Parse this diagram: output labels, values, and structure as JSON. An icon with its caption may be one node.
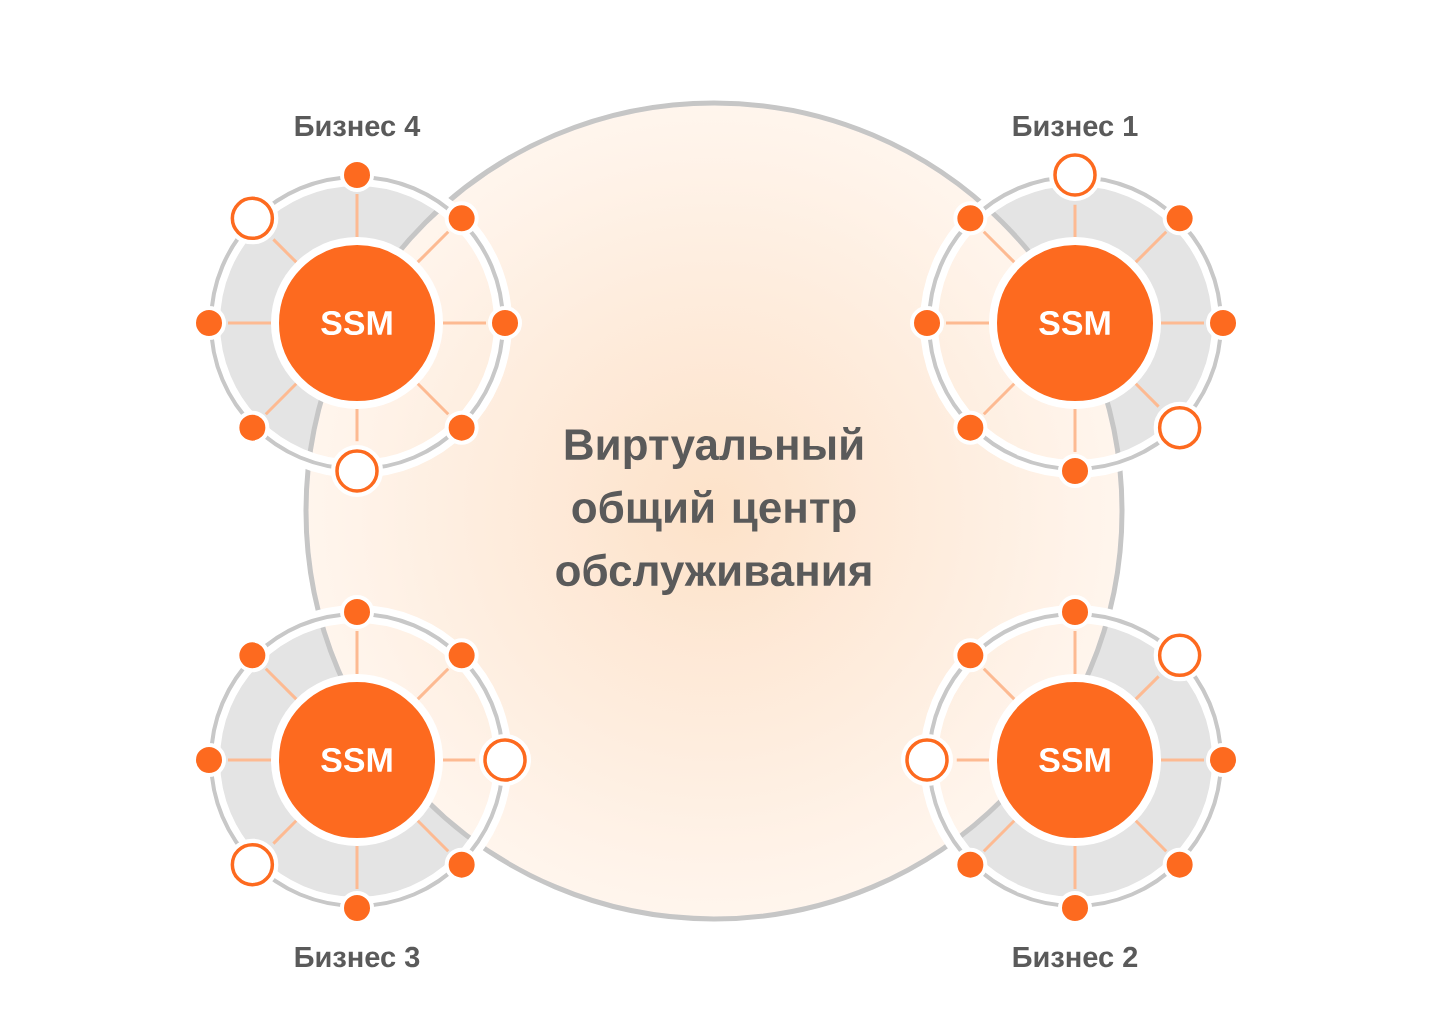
{
  "diagram": {
    "nodes": [
      {
        "text": [
          "Виртуальный общий центр обслуживания"
        ]
      },
      {
        "text": [
          "Бизнес 4"
        ]
      },
      {
        "text": [
          "SSM"
        ],
        "in": 1
      },
      {
        "text": [],
        "shape": "dot"
      },
      {
        "text": [],
        "shape": "circle"
      },
      {
        "text": [],
        "shape": "dot",
        "in": 0
      },
      {
        "text": [],
        "shape": "dot"
      },
      {
        "text": [],
        "shape": "dot",
        "in": 0
      },
      {
        "text": [],
        "shape": "dot"
      },
      {
        "text": [],
        "shape": "dot",
        "in": 0
      },
      {
        "text": [],
        "shape": "circle",
        "in": 0
      },
      {
        "text": [
          "Бизнес 1"
        ]
      },
      {
        "text": [
          "SSM"
        ],
        "in": 11
      },
      {
        "text": [],
        "shape": "circle"
      },
      {
        "text": [],
        "shape": "dot",
        "in": 0
      },
      {
        "text": [],
        "shape": "dot"
      },
      {
        "text": [],
        "shape": "dot",
        "in": 0
      },
      {
        "text": [],
        "shape": "dot"
      },
      {
        "text": [],
        "shape": "dot",
        "in": 0
      },
      {
        "text": [],
        "shape": "circle"
      },
      {
        "text": [],
        "shape": "dot",
        "in": 0
      },
      {
        "text": [
          "Бизнес 3"
        ]
      },
      {
        "text": [
          "SSM"
        ],
        "in": 21
      },
      {
        "text": [],
        "shape": "dot",
        "in": 0
      },
      {
        "text": [],
        "shape": "dot"
      },
      {
        "text": [],
        "shape": "dot",
        "in": 0
      },
      {
        "text": [],
        "shape": "dot"
      },
      {
        "text": [],
        "shape": "circle",
        "in": 0
      },
      {
        "text": [],
        "shape": "circle"
      },
      {
        "text": [],
        "shape": "dot"
      },
      {
        "text": [],
        "shape": "dot"
      },
      {
        "text": [
          "Бизнес 2"
        ]
      },
      {
        "text": [
          "SSM"
        ],
        "in": 31
      },
      {
        "text": [],
        "shape": "dot",
        "in": 0
      },
      {
        "text": [],
        "shape": "dot",
        "in": 0
      },
      {
        "text": [],
        "shape": "circle"
      },
      {
        "text": [],
        "shape": "circle",
        "in": 0
      },
      {
        "text": [],
        "shape": "dot"
      },
      {
        "text": [],
        "shape": "dot"
      },
      {
        "text": [],
        "shape": "dot"
      },
      {
        "text": [],
        "shape": "dot"
      }
    ],
    "edges": [
      {
        "from": 2,
        "to": 3,
        "arrow": "none"
      },
      {
        "from": 2,
        "to": 4,
        "arrow": "none"
      },
      {
        "from": 2,
        "to": 5,
        "arrow": "none"
      },
      {
        "from": 2,
        "to": 6,
        "arrow": "none"
      },
      {
        "from": 2,
        "to": 7,
        "arrow": "none"
      },
      {
        "from": 2,
        "to": 8,
        "arrow": "none"
      },
      {
        "from": 2,
        "to": 9,
        "arrow": "none"
      },
      {
        "from": 2,
        "to": 10,
        "arrow": "none"
      },
      {
        "from": 12,
        "to": 13,
        "arrow": "none"
      },
      {
        "from": 12,
        "to": 14,
        "arrow": "none"
      },
      {
        "from": 12,
        "to": 15,
        "arrow": "none"
      },
      {
        "from": 12,
        "to": 16,
        "arrow": "none"
      },
      {
        "from": 12,
        "to": 17,
        "arrow": "none"
      },
      {
        "from": 12,
        "to": 18,
        "arrow": "none"
      },
      {
        "from": 12,
        "to": 19,
        "arrow": "none"
      },
      {
        "from": 12,
        "to": 20,
        "arrow": "none"
      },
      {
        "from": 22,
        "to": 23,
        "arrow": "none"
      },
      {
        "from": 22,
        "to": 24,
        "arrow": "none"
      },
      {
        "from": 22,
        "to": 25,
        "arrow": "none"
      },
      {
        "from": 22,
        "to": 26,
        "arrow": "none"
      },
      {
        "from": 22,
        "to": 27,
        "arrow": "none"
      },
      {
        "from": 22,
        "to": 28,
        "arrow": "none"
      },
      {
        "from": 22,
        "to": 29,
        "arrow": "none"
      },
      {
        "from": 22,
        "to": 30,
        "arrow": "none"
      },
      {
        "from": 32,
        "to": 33,
        "arrow": "none"
      },
      {
        "from": 32,
        "to": 34,
        "arrow": "none"
      },
      {
        "from": 32,
        "to": 35,
        "arrow": "none"
      },
      {
        "from": 32,
        "to": 36,
        "arrow": "none"
      },
      {
        "from": 32,
        "to": 37,
        "arrow": "none"
      },
      {
        "from": 32,
        "to": 38,
        "arrow": "none"
      },
      {
        "from": 32,
        "to": 39,
        "arrow": "none"
      },
      {
        "from": 32,
        "to": 40,
        "arrow": "none"
      }
    ]
  }
}
